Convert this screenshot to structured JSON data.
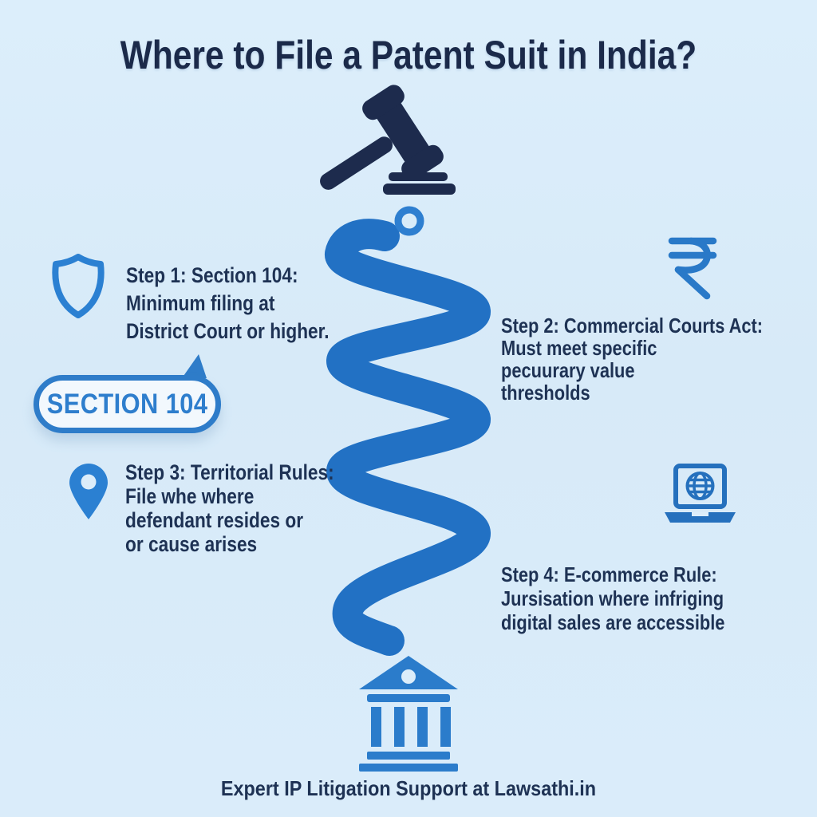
{
  "title": "Where to File a Patent Suit in India?",
  "badge": {
    "label": "SECTION 104"
  },
  "steps": [
    {
      "name": "step-1",
      "icon": "shield-icon",
      "lines": [
        "Step 1: Section 104:",
        "Minimum filing at",
        "District Court or higher."
      ]
    },
    {
      "name": "step-2",
      "icon": "rupee-icon",
      "lines": [
        "Step 2: Commercial Courts Act:",
        "Must meet specific",
        "pecuurary value",
        "thresholds"
      ]
    },
    {
      "name": "step-3",
      "icon": "location-pin-icon",
      "lines": [
        "Step 3: Territorial Rules:",
        "File whe where",
        "defendant resides or",
        "or cause arises"
      ]
    },
    {
      "name": "step-4",
      "icon": "laptop-globe-icon",
      "lines": [
        "Step 4: E-commerce Rule:",
        "Jursisation where infriging",
        "digital sales are accessible"
      ]
    }
  ],
  "footer": "Expert IP Litigation Support at Lawsathi.in",
  "icons": {
    "top": "gavel-icon",
    "path": "winding-path",
    "path_start": "path-start-ring-icon",
    "bottom": "courthouse-icon"
  },
  "colors": {
    "background": "#d9ebf9",
    "title_navy": "#1b2a4a",
    "text_navy": "#1e3254",
    "path_blue": "#2271c4",
    "icon_blue": "#2b80d2",
    "badge_blue": "#2e7cc9",
    "gavel_navy": "#1d2b4d"
  }
}
